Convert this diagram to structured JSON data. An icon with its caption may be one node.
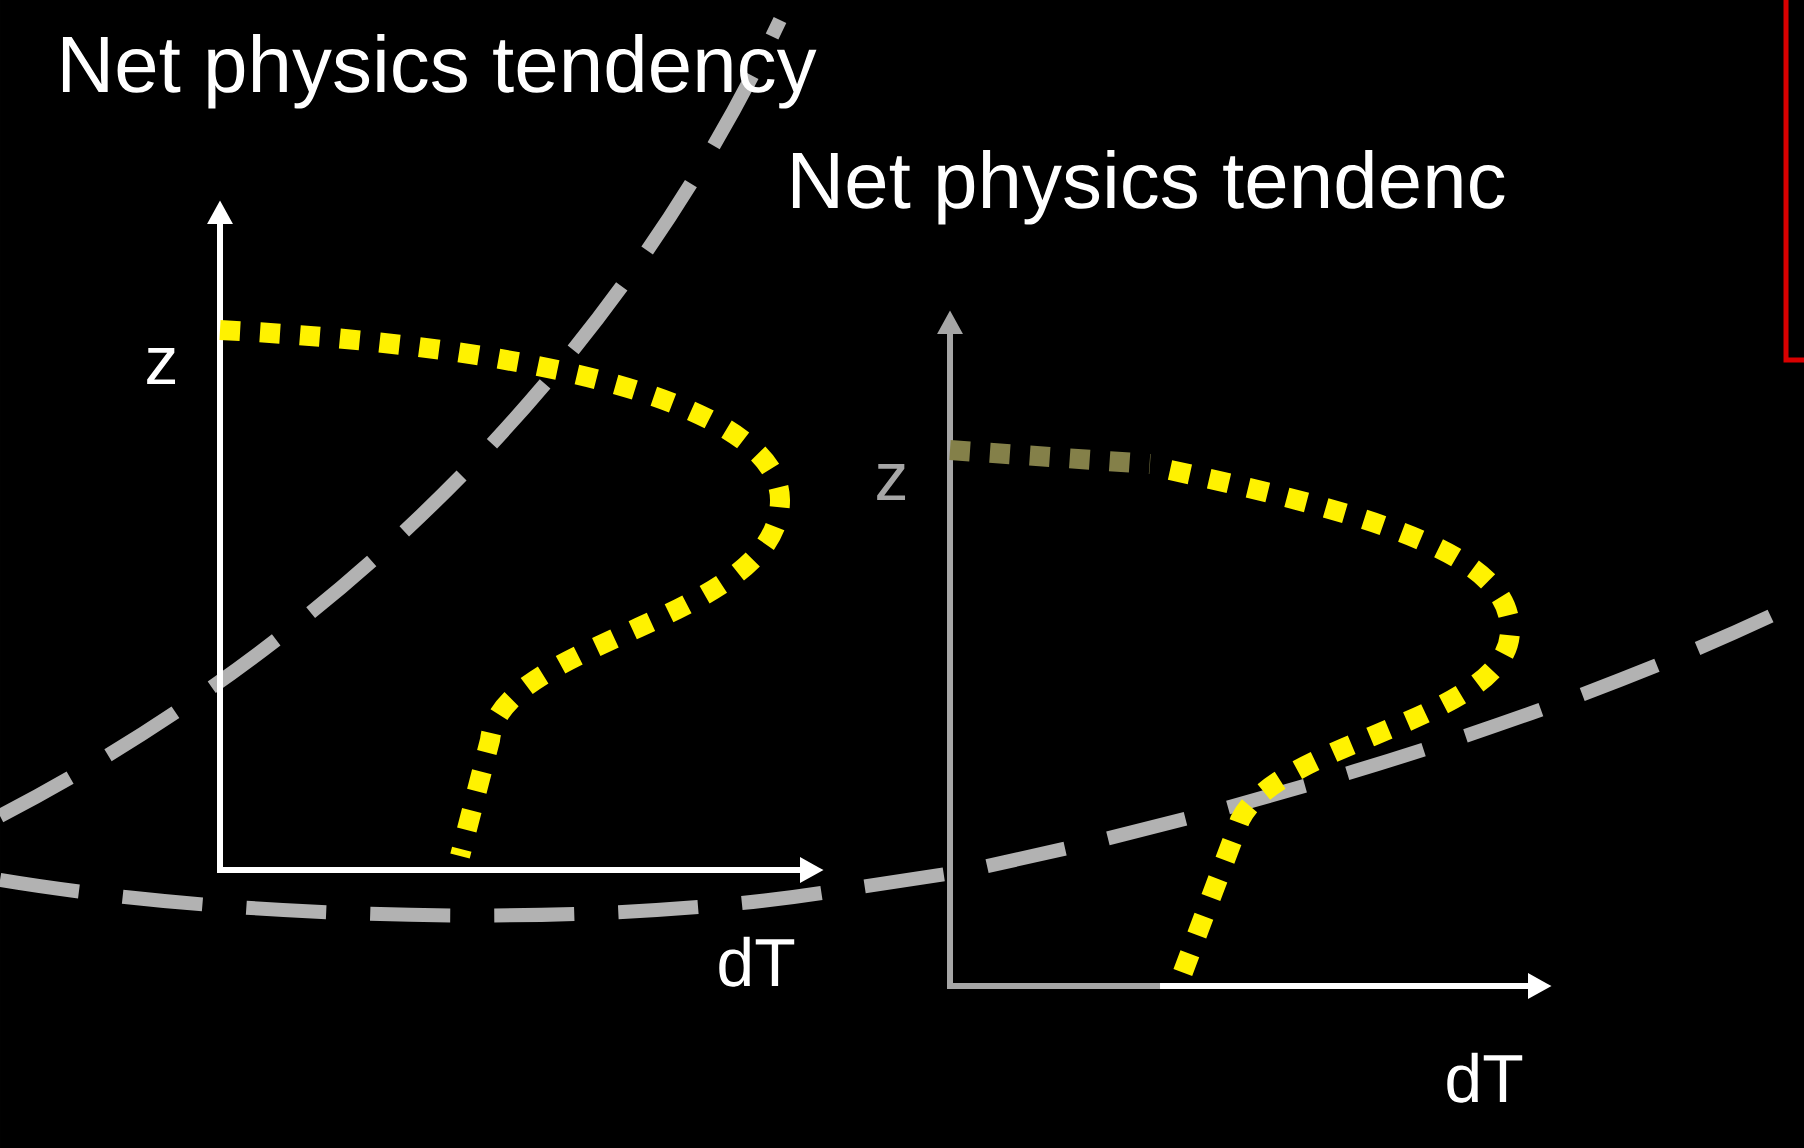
{
  "diagram": {
    "labels": [
      "Net physics tendency",
      "z",
      "dT",
      "Net physics tendenc",
      "z",
      "dT"
    ]
  }
}
